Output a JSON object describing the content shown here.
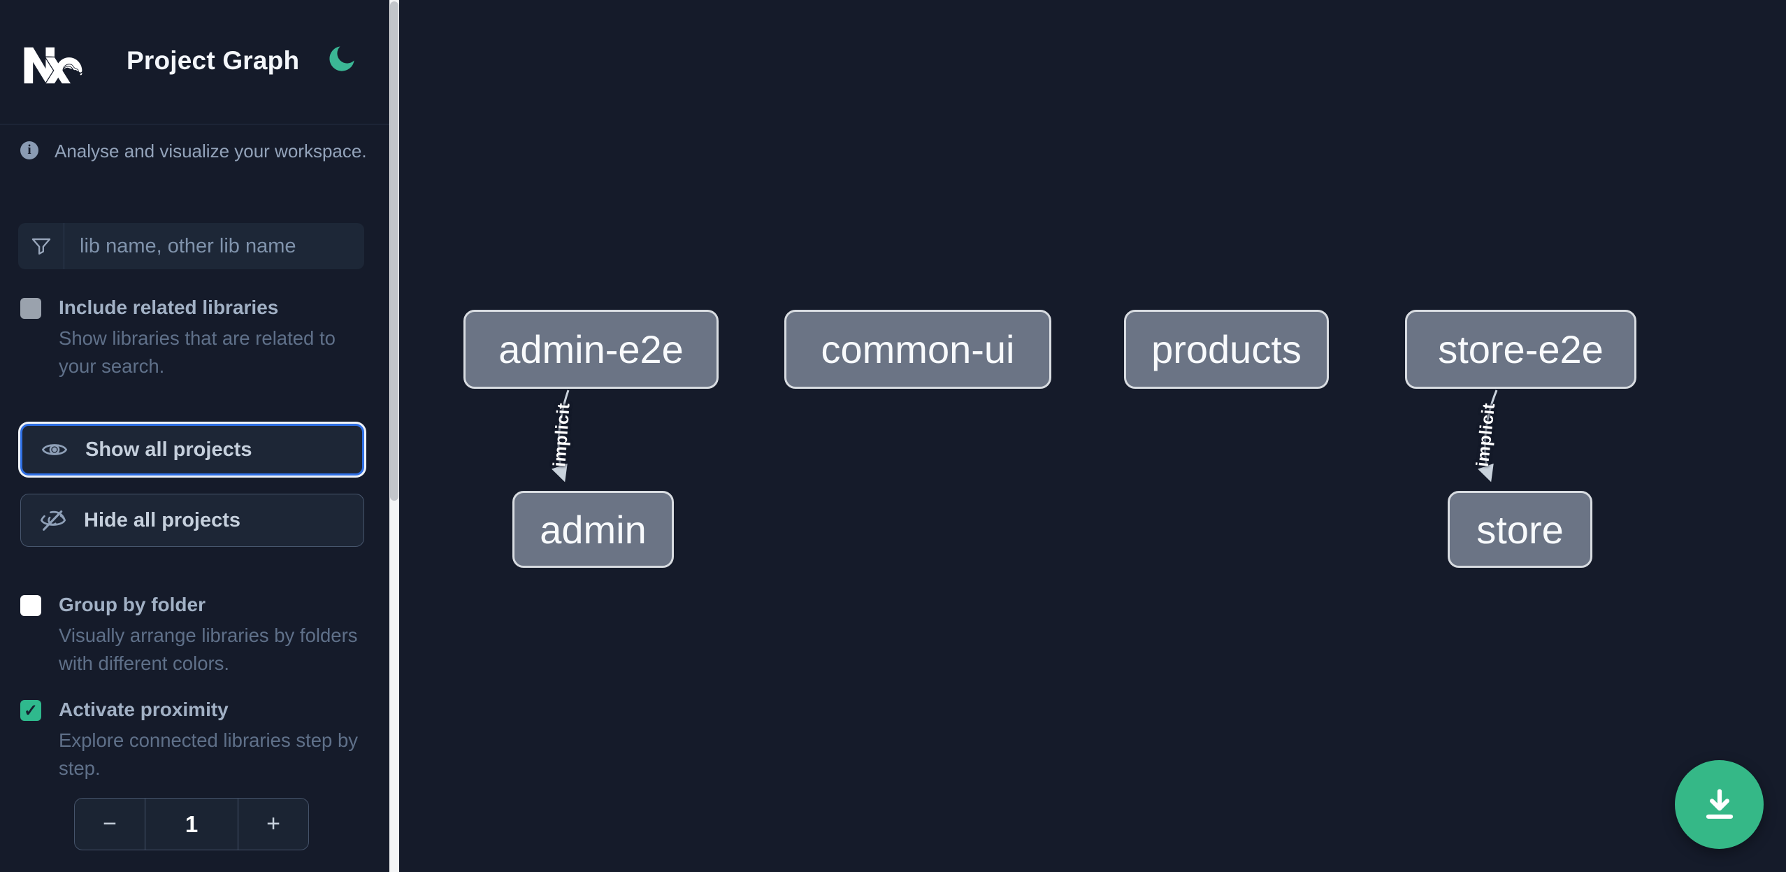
{
  "header": {
    "app_title": "Project Graph",
    "theme_icon": "moon-icon"
  },
  "sidebar": {
    "tagline": "Analyse and visualize your workspace.",
    "filter": {
      "placeholder": "lib name, other lib name",
      "value": "",
      "icon": "funnel-icon"
    },
    "include_related": {
      "label": "Include related libraries",
      "description": "Show libraries that are related to your search.",
      "checked": false
    },
    "show_all_label": "Show all projects",
    "hide_all_label": "Hide all projects",
    "group_by_folder": {
      "label": "Group by folder",
      "description": "Visually arrange libraries by folders with different colors.",
      "checked": false
    },
    "activate_proximity": {
      "label": "Activate proximity",
      "description": "Explore connected libraries step by step.",
      "checked": true,
      "check_glyph": "✓"
    },
    "stepper": {
      "decrement_label": "−",
      "value": "1",
      "increment_label": "+"
    }
  },
  "graph": {
    "nodes": [
      {
        "id": "admin-e2e",
        "label": "admin-e2e"
      },
      {
        "id": "common-ui",
        "label": "common-ui"
      },
      {
        "id": "products",
        "label": "products"
      },
      {
        "id": "store-e2e",
        "label": "store-e2e"
      },
      {
        "id": "admin",
        "label": "admin"
      },
      {
        "id": "store",
        "label": "store"
      }
    ],
    "edges": [
      {
        "source": "admin-e2e",
        "target": "admin",
        "type": "implicit",
        "label": "implicit"
      },
      {
        "source": "store-e2e",
        "target": "store",
        "type": "implicit",
        "label": "implicit"
      }
    ]
  },
  "fab": {
    "icon": "download-icon"
  },
  "colors": {
    "background": "#151b2a",
    "panel": "#1d2636",
    "accent_green": "#35b887",
    "moon_green": "#3bb795",
    "checkbox_green": "#2fb98d",
    "focus_blue": "#2f6fe4",
    "node_fill": "#6b7485",
    "node_border": "#d8dce1",
    "edge": "#c9d2dc",
    "label_text": "#a2b1c5",
    "muted_text": "#5f7089"
  }
}
